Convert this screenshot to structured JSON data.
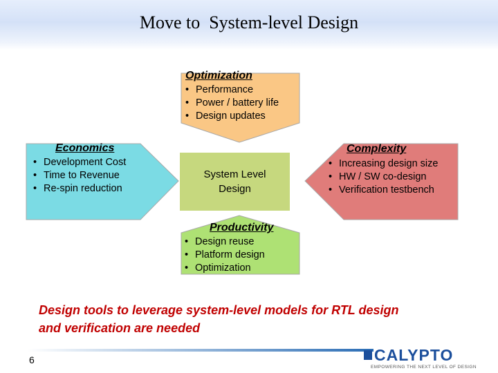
{
  "title": "Move to  System-level Design",
  "optimization": {
    "label": "Optimization",
    "items": [
      "Performance",
      "Power / battery life",
      "Design updates"
    ],
    "color": "#fac785"
  },
  "economics": {
    "label": "Economics",
    "items": [
      "Development Cost",
      "Time to Revenue",
      "Re-spin reduction"
    ],
    "color": "#7bdbe4"
  },
  "complexity": {
    "label": "Complexity",
    "items": [
      "Increasing design size",
      "HW / SW co-design",
      "Verification testbench"
    ],
    "color": "#e07c7a"
  },
  "productivity": {
    "label": "Productivity",
    "items": [
      "Design reuse",
      "Platform design",
      "Optimization"
    ],
    "color": "#aee174"
  },
  "center": {
    "line1": "System Level",
    "line2": "Design",
    "color": "#c6d87e"
  },
  "conclusion": {
    "line1": "Design tools to leverage system-level models for RTL design",
    "line2": "and verification are needed",
    "color": "#c00000"
  },
  "footer": {
    "page_number": "6",
    "logo": "CALYPTO",
    "tagline": "EMPOWERING THE NEXT LEVEL OF DESIGN"
  }
}
